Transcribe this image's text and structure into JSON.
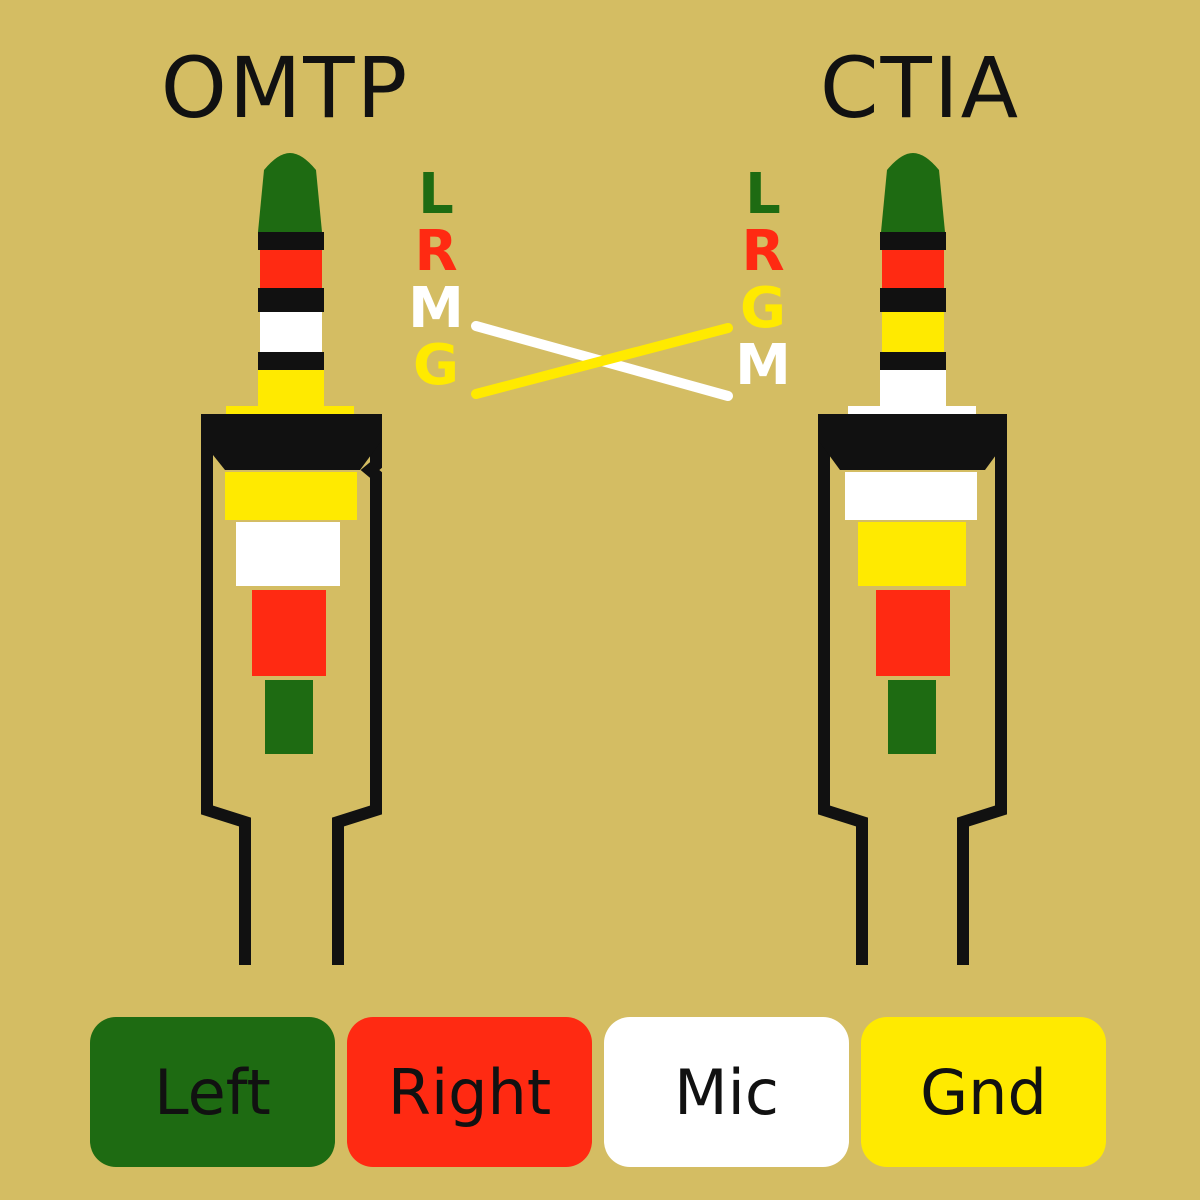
{
  "colors": {
    "background": "#d4bd63",
    "left": "#1e6b12",
    "right": "#ff2a12",
    "mic": "#ffffff",
    "gnd": "#ffea00",
    "outline": "#111111"
  },
  "standards": [
    {
      "name": "OMTP",
      "letters": [
        "L",
        "R",
        "M",
        "G"
      ],
      "order": [
        "left",
        "right",
        "mic",
        "gnd"
      ]
    },
    {
      "name": "CTIA",
      "letters": [
        "L",
        "R",
        "G",
        "M"
      ],
      "order": [
        "left",
        "right",
        "gnd",
        "mic"
      ]
    }
  ],
  "legend": [
    {
      "label": "Left",
      "key": "left"
    },
    {
      "label": "Right",
      "key": "right"
    },
    {
      "label": "Mic",
      "key": "mic"
    },
    {
      "label": "Gnd",
      "key": "gnd"
    }
  ]
}
